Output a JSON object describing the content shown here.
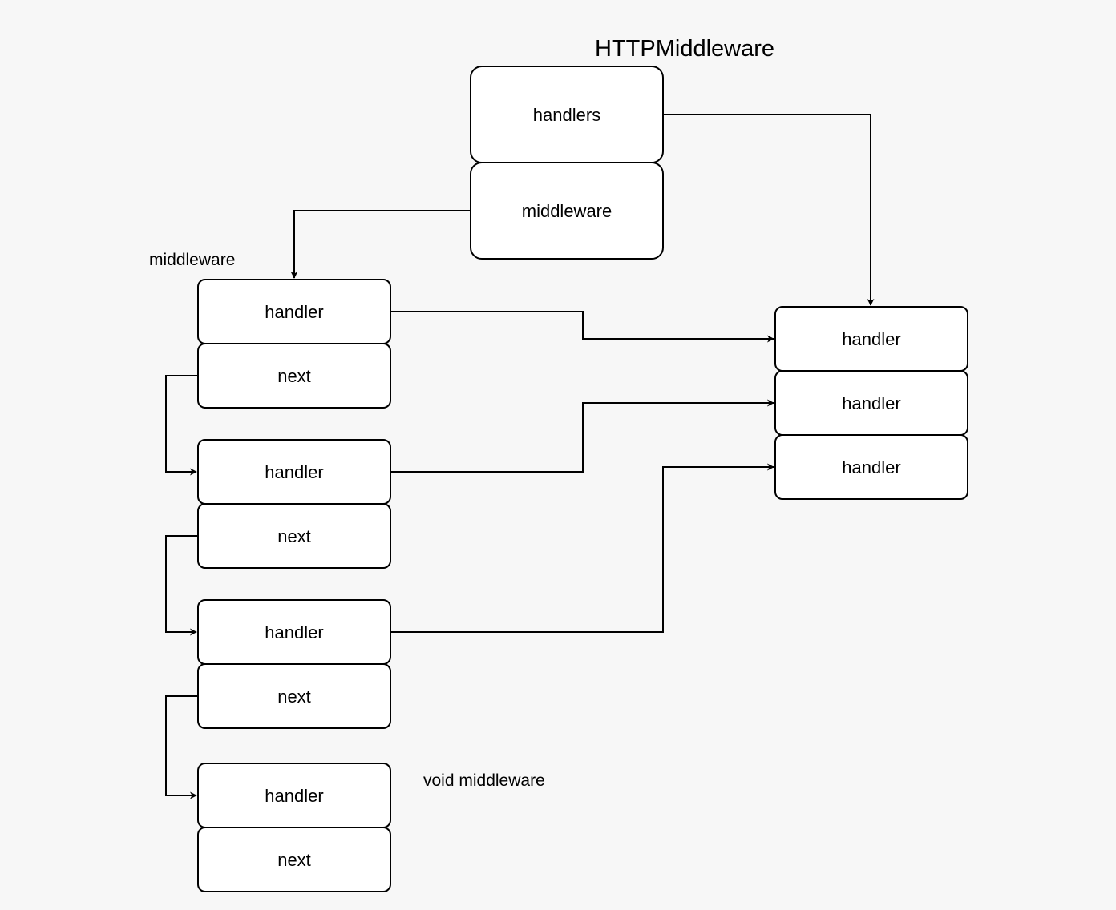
{
  "title": "HTTPMiddleware",
  "labels": {
    "middleware_chain": "middleware",
    "void_middleware": "void middleware"
  },
  "top_struct": {
    "handlers": "handlers",
    "middleware": "middleware"
  },
  "chain": [
    {
      "handler": "handler",
      "next": "next"
    },
    {
      "handler": "handler",
      "next": "next"
    },
    {
      "handler": "handler",
      "next": "next"
    },
    {
      "handler": "handler",
      "next": "next"
    }
  ],
  "handlers_list": [
    "handler",
    "handler",
    "handler"
  ]
}
